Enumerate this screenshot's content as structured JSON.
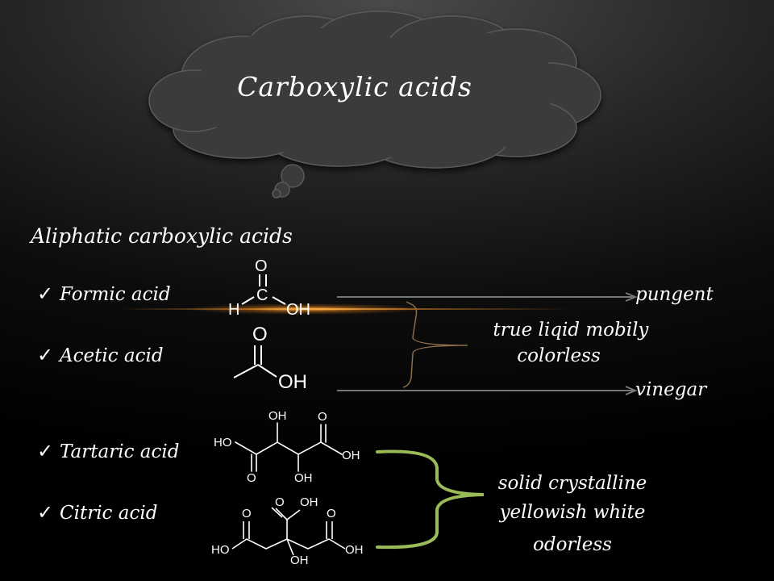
{
  "slide": {
    "title": "Carboxylic acids",
    "subtitle": "Aliphatic carboxylic acids"
  },
  "acids": [
    {
      "name": "Formic acid"
    },
    {
      "name": "Acetic acid"
    },
    {
      "name": "Tartaric acid"
    },
    {
      "name": "Citric acid"
    }
  ],
  "properties": {
    "pungent": "pungent",
    "liquid_line1": "true liqid mobily",
    "liquid_line2": "colorless",
    "vinegar": "vinegar",
    "solid_line1": "solid crystalline",
    "solid_line2": "yellowish white",
    "solid_line3": "odorless"
  },
  "molecule_labels": {
    "formic": {
      "o": "O",
      "c": "C",
      "h": "H",
      "oh": "OH"
    },
    "acetic": {
      "o": "O",
      "oh": "OH"
    },
    "tartaric": {
      "oh_top1": "OH",
      "o_top2": "O",
      "ho_left": "HO",
      "oh_right": "OH",
      "o_bottom1": "O",
      "oh_bottom2": "OH"
    },
    "citric": {
      "o_top1": "O",
      "oh_top": "OH",
      "o_top2": "O",
      "ho_left": "HO",
      "oh_bottom": "OH",
      "oh_right": "OH"
    }
  },
  "icons": [
    "thought-cloud-icon",
    "checkmark-icon",
    "arrow-right-icon",
    "curly-brace-icon"
  ],
  "colors": {
    "background": "#000000",
    "cloud_fill": "#3b3b3b",
    "cloud_stroke": "#5a5a5a",
    "bracket_green": "#9bbb59",
    "arrow_gray": "#777777",
    "glow_orange": "#f0a040",
    "text": "#ffffff"
  }
}
